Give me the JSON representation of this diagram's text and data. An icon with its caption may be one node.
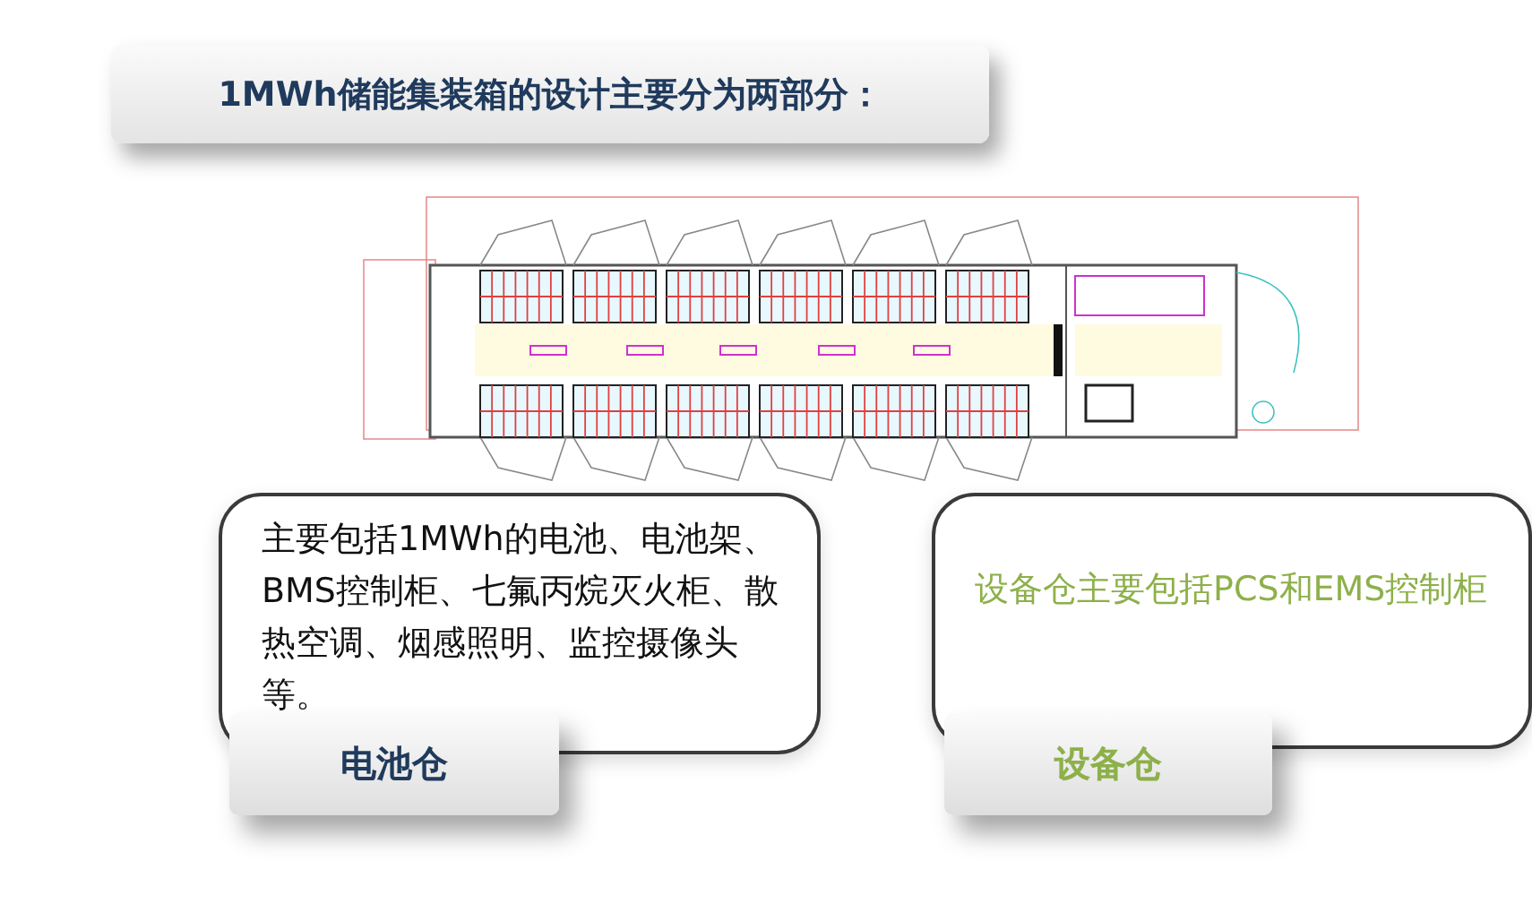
{
  "diagram": {
    "nodes": [
      {
        "text": [
          "1MWh储能集装箱的设计主要分为两部分："
        ]
      },
      {
        "text": [
          "主要包括1MWh的电池、电池架、BMS控制柜、七氟丙烷灭火柜、散热空调、烟感照明、监控摄像头等。"
        ]
      },
      {
        "text": [
          "电池仓"
        ]
      },
      {
        "text": [
          "设备仓主要包括PCS和EMS控制柜"
        ]
      },
      {
        "text": [
          "设备仓"
        ]
      }
    ],
    "edges": []
  }
}
